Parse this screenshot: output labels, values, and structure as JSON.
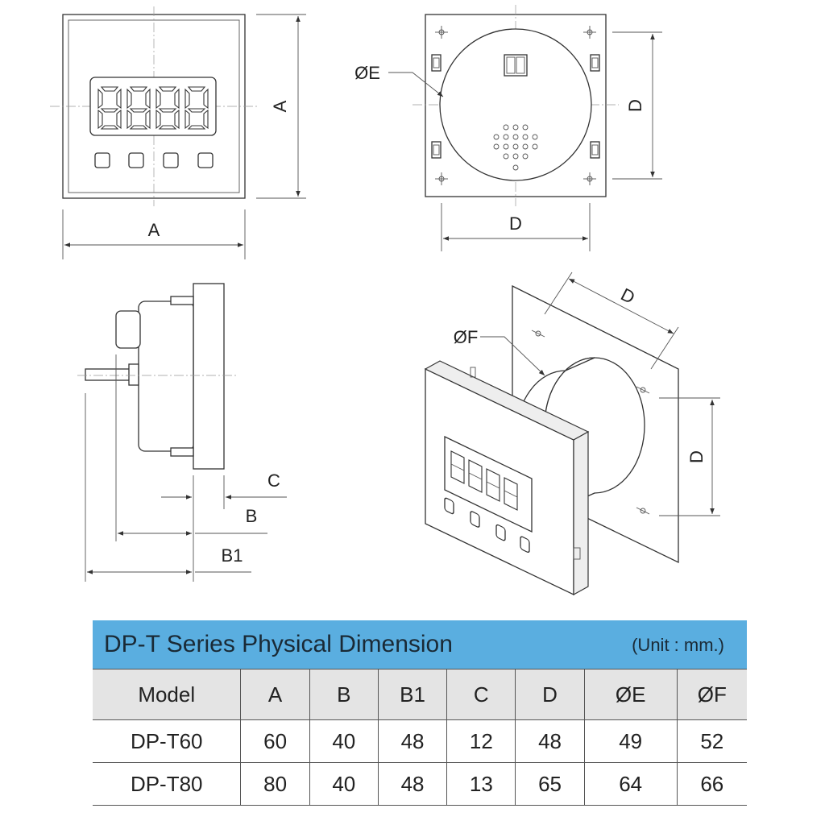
{
  "labels": {
    "a_horizontal": "A",
    "a_vertical": "A",
    "phi_e": "ØE",
    "d_horizontal": "D",
    "d_vertical": "D",
    "phi_f": "ØF",
    "d_diag": "D",
    "d_iso_vertical": "D",
    "c": "C",
    "b": "B",
    "b1": "B1"
  },
  "table": {
    "title": "DP-T Series Physical Dimension",
    "unit": "(Unit : mm.)",
    "headers": [
      "Model",
      "A",
      "B",
      "B1",
      "C",
      "D",
      "ØE",
      "ØF"
    ],
    "rows": [
      [
        "DP-T60",
        "60",
        "40",
        "48",
        "12",
        "48",
        "49",
        "52"
      ],
      [
        "DP-T80",
        "80",
        "40",
        "48",
        "13",
        "65",
        "64",
        "66"
      ]
    ]
  }
}
